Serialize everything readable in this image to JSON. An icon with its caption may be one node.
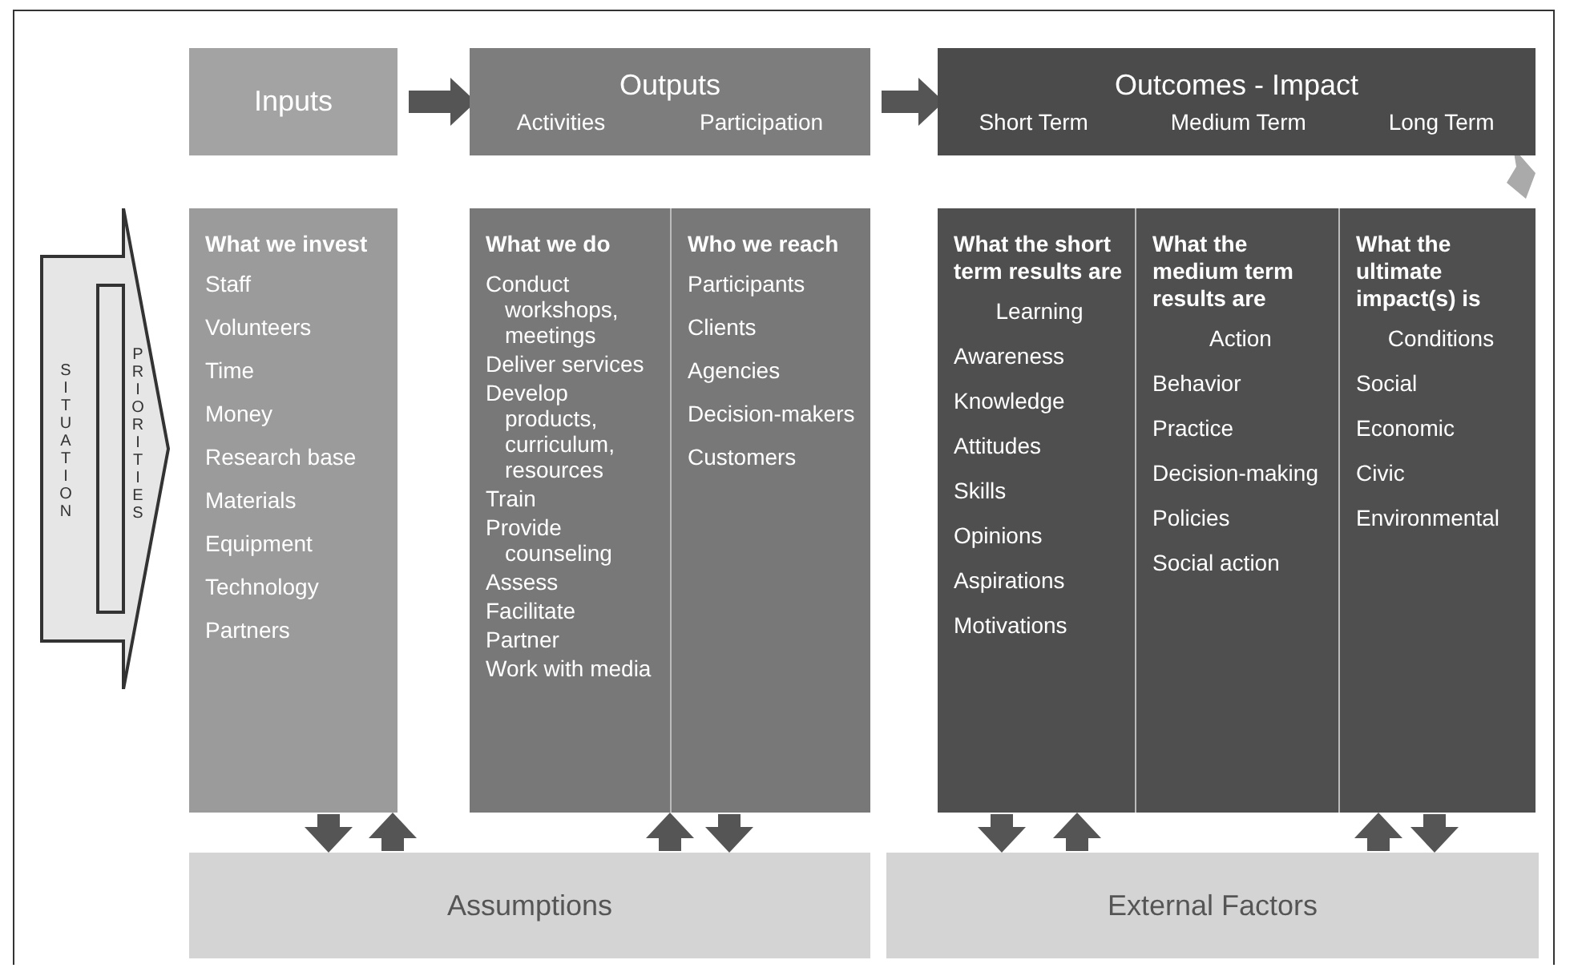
{
  "diagram": {
    "nodes": [
      {
        "text": [
          "SITUATION",
          "PRIORITIES"
        ]
      },
      {
        "text": [
          "Inputs"
        ]
      },
      {
        "text": [
          "Outputs",
          "Activities",
          "Participation"
        ]
      },
      {
        "text": [
          "Outcomes - Impact",
          "Short Term",
          "Medium Term",
          "Long Term"
        ]
      },
      {
        "text": [
          "What we invest",
          "Staff",
          "Volunteers",
          "Time",
          "Money",
          "Research base",
          "Materials",
          "Equipment",
          "Technology",
          "Partners"
        ]
      },
      {
        "text": [
          "What we do",
          "Conduct workshops, meetings",
          "Deliver services",
          "Develop products, curriculum, resources",
          "Train",
          "Provide counseling",
          "Assess",
          "Facilitate",
          "Partner",
          "Work with media"
        ]
      },
      {
        "text": [
          "Who we reach",
          "Participants",
          "Clients",
          "Agencies",
          "Decision-makers",
          "Customers"
        ]
      },
      {
        "text": [
          "What the short term results are",
          "Learning",
          "Awareness",
          "Knowledge",
          "Attitudes",
          "Skills",
          "Opinions",
          "Aspirations",
          "Motivations"
        ]
      },
      {
        "text": [
          "What the medium term results are",
          "Action",
          "Behavior",
          "Practice",
          "Decision-making",
          "Policies",
          "Social action"
        ]
      },
      {
        "text": [
          "What the ultimate impact(s) is",
          "Conditions",
          "Social",
          "Economic",
          "Civic",
          "Environmental"
        ]
      },
      {
        "text": [
          "Assumptions"
        ]
      },
      {
        "text": [
          "External Factors"
        ]
      }
    ],
    "edges": [
      {
        "from": 1,
        "to": 2,
        "arrow": "to"
      },
      {
        "from": 2,
        "to": 3,
        "arrow": "to"
      },
      {
        "from": 4,
        "to": 10,
        "arrow": "to"
      },
      {
        "from": 10,
        "to": 4,
        "arrow": "to"
      },
      {
        "from": 10,
        "to": 5,
        "arrow": "to"
      },
      {
        "from": 6,
        "to": 10,
        "arrow": "to"
      },
      {
        "from": 7,
        "to": 11,
        "arrow": "to"
      },
      {
        "from": 11,
        "to": 7,
        "arrow": "to"
      },
      {
        "from": 11,
        "to": 9,
        "arrow": "to"
      },
      {
        "from": 9,
        "to": 11,
        "arrow": "to"
      }
    ]
  }
}
